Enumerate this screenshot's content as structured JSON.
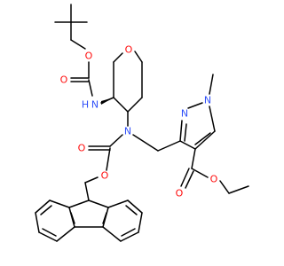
{
  "colors": {
    "background": "#ffffff",
    "bond": "#000000",
    "oxygen": "#ff0d0d",
    "nitrogen": "#3050f8",
    "hydrogen_on_n": "#3050f8",
    "carbon": "#000000"
  },
  "atoms": {
    "o_carbonyl_boc": "O",
    "o_ester_boc": "O",
    "o_pyran": "O",
    "nh_label": "H",
    "n_boc": "N",
    "n_fmoc": "N",
    "o_carbonyl_fmoc": "O",
    "o_ester_fmoc": "O",
    "n1_pyrazole": "N",
    "n2_pyrazole": "N",
    "o_carbonyl_ester": "O",
    "o_ether_ester": "O"
  }
}
